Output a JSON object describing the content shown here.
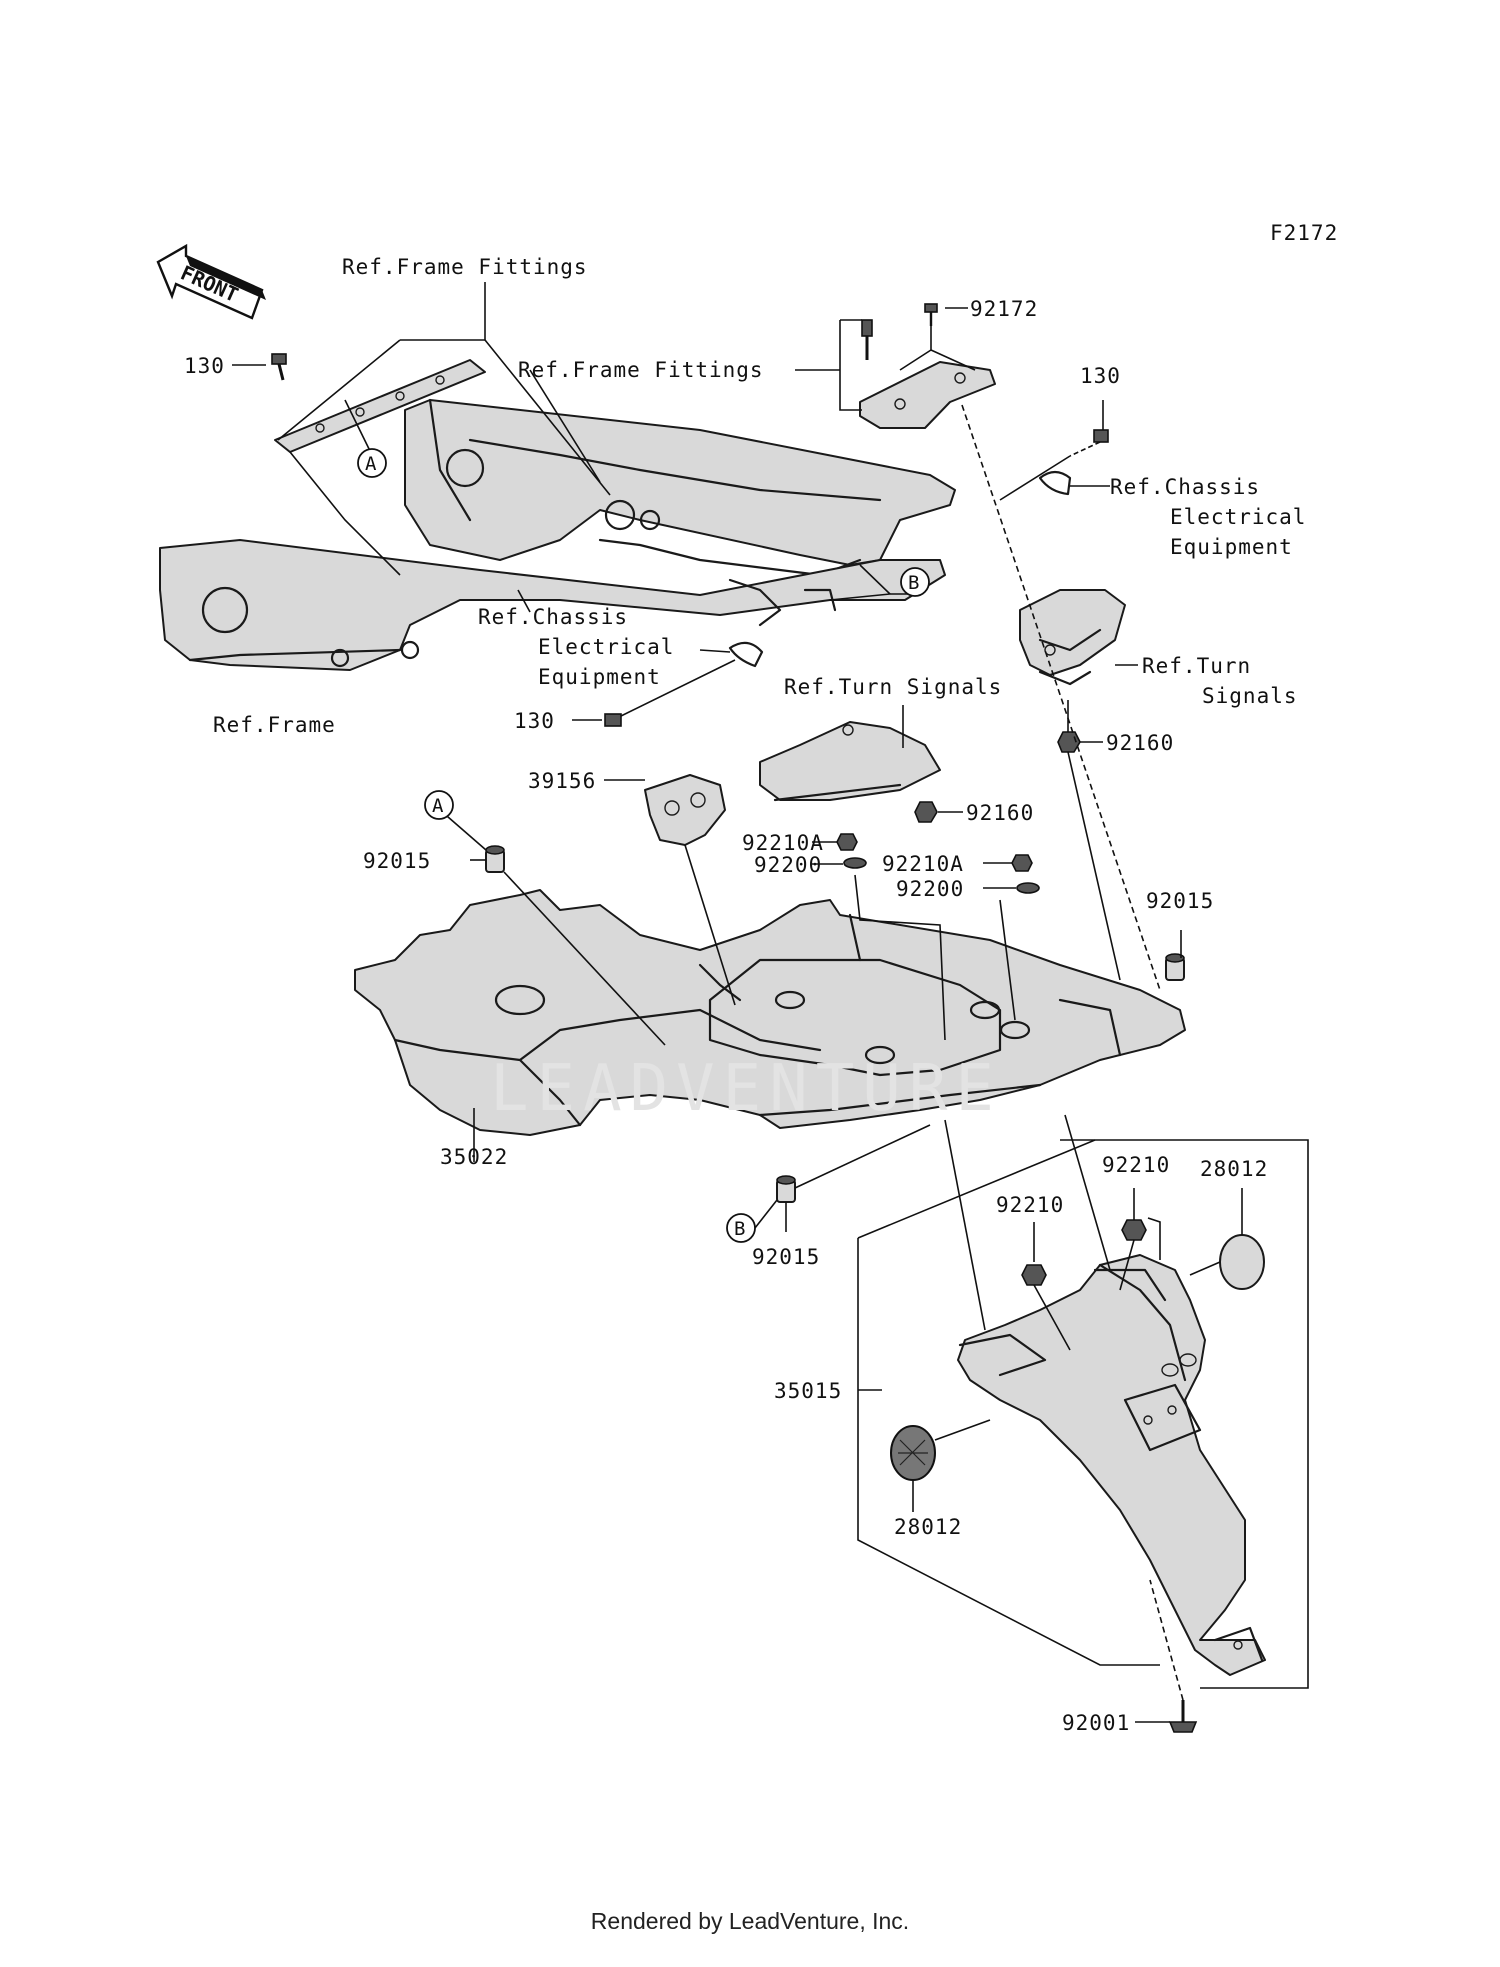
{
  "diagram_code": "F2172",
  "front_label": "FRONT",
  "watermark": "LEADVENTURE",
  "callouts": {
    "A": "A",
    "B": "B"
  },
  "labels": {
    "ref_frame_fittings_top": "Ref.Frame Fittings",
    "ref_frame_fittings_mid": "Ref.Frame Fittings",
    "ref_frame": "Ref.Frame",
    "ref_chassis_left_1": "Ref.Chassis",
    "ref_chassis_left_2": "Electrical",
    "ref_chassis_left_3": "Equipment",
    "ref_chassis_right_1": "Ref.Chassis",
    "ref_chassis_right_2": "Electrical",
    "ref_chassis_right_3": "Equipment",
    "ref_turn_signals_center": "Ref.Turn Signals",
    "ref_turn_right_1": "Ref.Turn",
    "ref_turn_right_2": "Signals"
  },
  "parts": {
    "p130_a": "130",
    "p130_b": "130",
    "p130_c": "130",
    "p92172": "92172",
    "p92160_a": "92160",
    "p92160_b": "92160",
    "p39156": "39156",
    "p92210A_a": "92210A",
    "p92210A_b": "92210A",
    "p92200_a": "92200",
    "p92200_b": "92200",
    "p92015_a": "92015",
    "p92015_b": "92015",
    "p92015_c": "92015",
    "p35022": "35022",
    "p92210_a": "92210",
    "p92210_b": "92210",
    "p28012_a": "28012",
    "p28012_b": "28012",
    "p35015": "35015",
    "p92001": "92001"
  },
  "footer": "Rendered by LeadVenture, Inc."
}
